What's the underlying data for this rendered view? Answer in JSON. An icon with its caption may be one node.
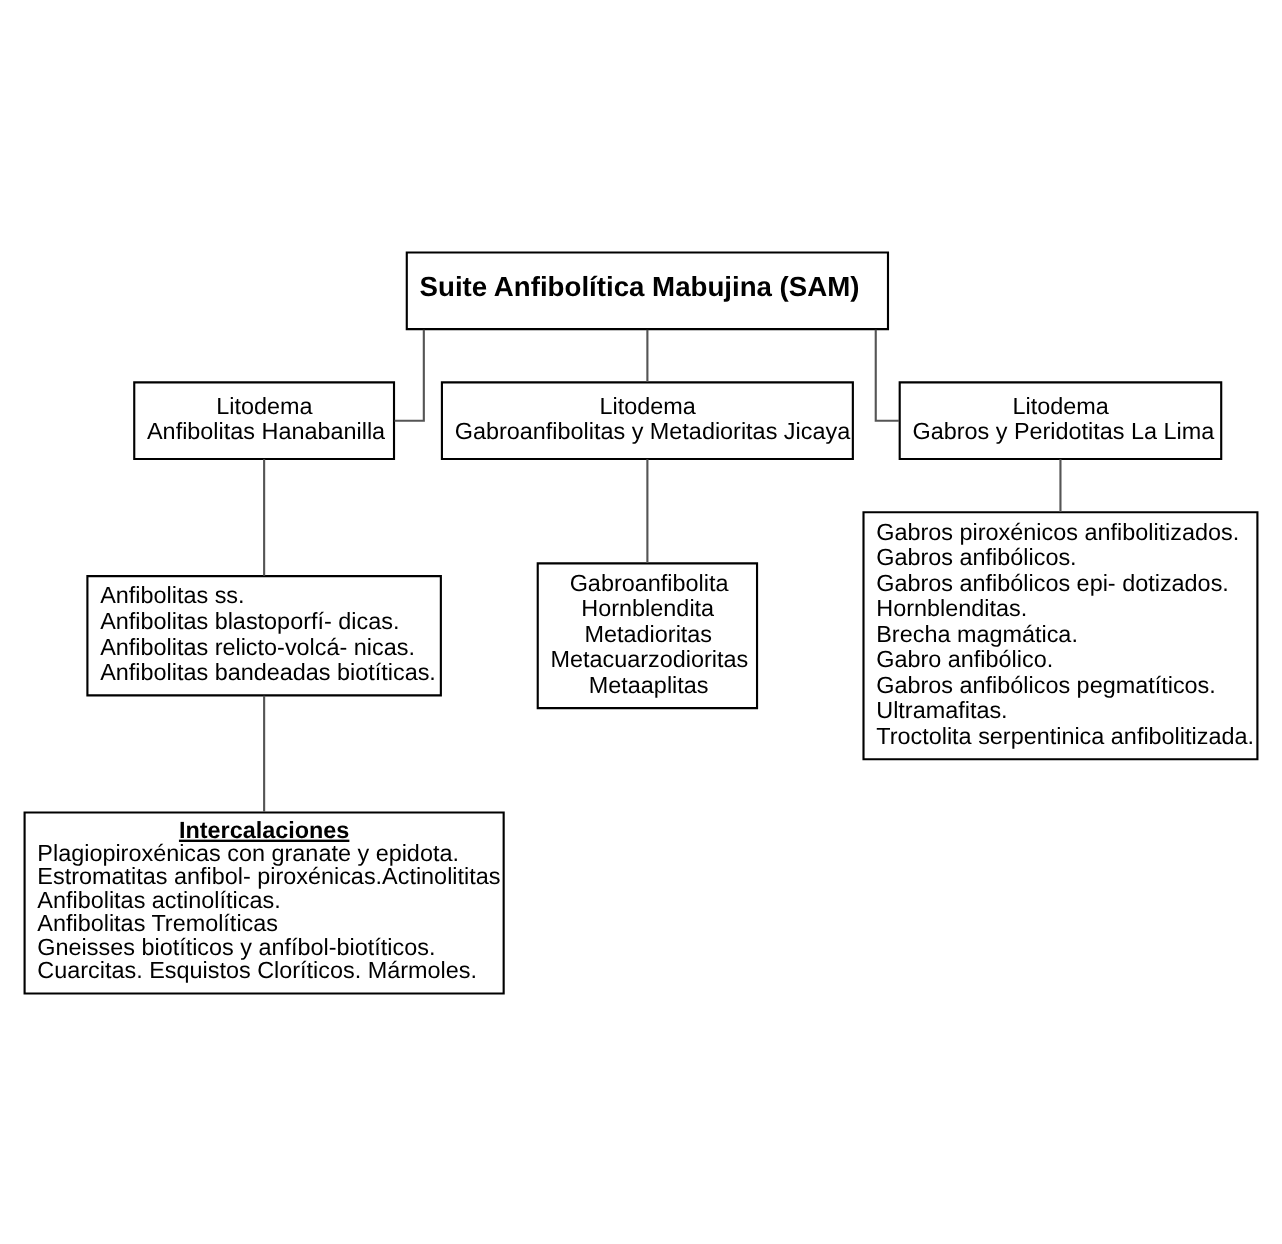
{
  "diagram": {
    "nodes": [
      {
        "text": [
          "Suite Anfibolítica Mabujina (SAM)"
        ]
      },
      {
        "text": [
          "Litodema",
          "Anfibolitas Hanabanilla"
        ]
      },
      {
        "text": [
          "Litodema",
          "Gabroanfibolitas y Metadioritas Jicaya"
        ]
      },
      {
        "text": [
          "Litodema",
          "Gabros y Peridotitas La Lima"
        ]
      },
      {
        "text": [
          "Anfibolitas ss.",
          "Anfibolitas blastoporfí- dicas.",
          "Anfibolitas relicto-volcá- nicas.",
          "Anfibolitas bandeadas biotíticas."
        ]
      },
      {
        "text": [
          "Gabroanfibolita",
          "Hornblendita",
          "Metadioritas",
          "Metacuarzodioritas",
          "Metaaplitas"
        ]
      },
      {
        "text": [
          "Gabros piroxénicos anfibolitizados.",
          "Gabros anfibólicos.",
          "Gabros anfibólicos epi- dotizados.",
          "Hornblenditas.",
          "Brecha magmática.",
          "Gabro anfibólico.",
          "Gabros anfibólicos pegmatíticos.",
          "Ultramafitas.",
          "Troctolita serpentinica anfibolitizada."
        ]
      },
      {
        "text": [
          "Intercalaciones",
          "Plagiopiroxénicas con granate y epidota.",
          "Estromatitas anfibol- piroxénicas.Actinolititas",
          "Anfibolitas actinolíticas.",
          "Anfibolitas Tremolíticas",
          "Gneisses biotíticos y anfíbol-biotíticos.",
          "Cuarcitas. Esquistos Cloríticos. Mármoles."
        ]
      }
    ],
    "edges": [
      {
        "from": 0,
        "to": 1,
        "arrow": "none"
      },
      {
        "from": 0,
        "to": 2,
        "arrow": "none"
      },
      {
        "from": 0,
        "to": 3,
        "arrow": "none"
      },
      {
        "from": 1,
        "to": 4,
        "arrow": "none"
      },
      {
        "from": 2,
        "to": 5,
        "arrow": "none"
      },
      {
        "from": 3,
        "to": 6,
        "arrow": "none"
      },
      {
        "from": 4,
        "to": 7,
        "arrow": "none"
      }
    ]
  }
}
